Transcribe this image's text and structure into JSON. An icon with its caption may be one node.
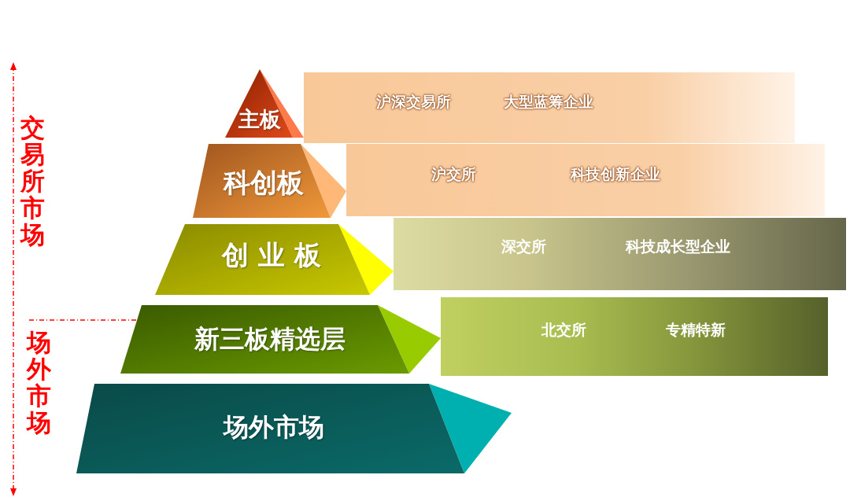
{
  "diagram": {
    "nodes": [
      {
        "text": [
          "主板"
        ]
      },
      {
        "text": [
          "科创板"
        ]
      },
      {
        "text": [
          "创 业 板"
        ]
      },
      {
        "text": [
          "新三板精选层"
        ]
      },
      {
        "text": [
          "场外市场"
        ]
      },
      {
        "text": [
          "沪深交易所",
          "大型蓝筹企业"
        ]
      },
      {
        "text": [
          "沪交所",
          "科技创新企业"
        ]
      },
      {
        "text": [
          "深交所",
          "科技成长型企业"
        ]
      },
      {
        "text": [
          "北交所",
          "专精特新"
        ]
      }
    ],
    "labels": [
      "交易所市场",
      "场外市场"
    ]
  }
}
